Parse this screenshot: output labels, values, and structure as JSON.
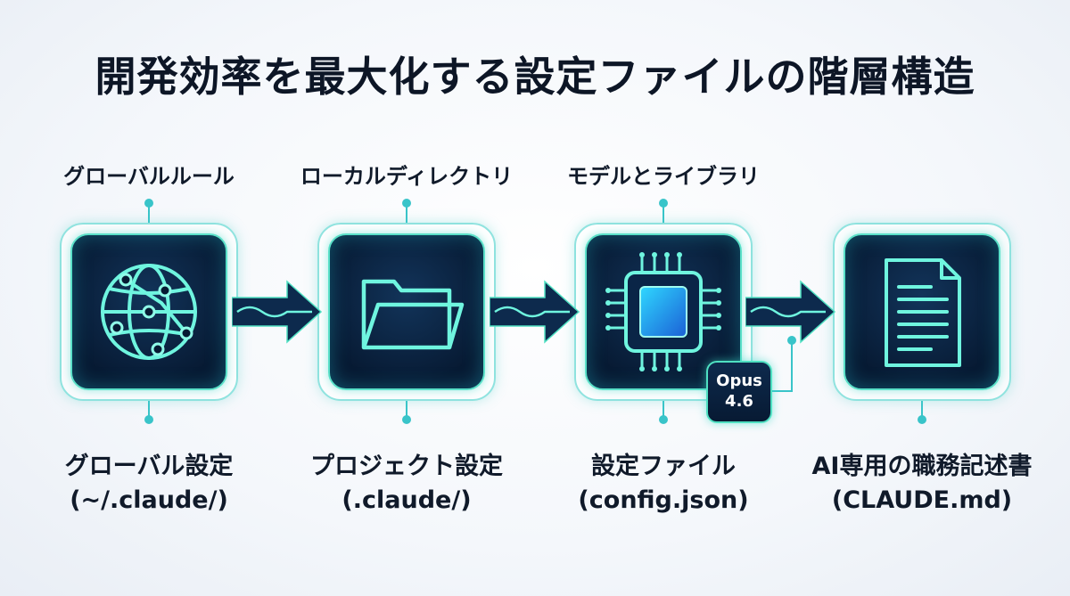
{
  "title": "開発効率を最大化する設定ファイルの階層構造",
  "nodes": [
    {
      "top_label": "グローバルルール",
      "bottom_line1": "グローバル設定",
      "bottom_line2": "(~/.claude/)",
      "icon": "globe-icon"
    },
    {
      "top_label": "ローカルディレクトリ",
      "bottom_line1": "プロジェクト設定",
      "bottom_line2": "(.claude/)",
      "icon": "folder-icon"
    },
    {
      "top_label": "モデルとライブラリ",
      "bottom_line1": "設定ファイル",
      "bottom_line2": "(config.json)",
      "icon": "chip-icon"
    },
    {
      "top_label": "",
      "bottom_line1": "AI専用の職務記述書",
      "bottom_line2": "(CLAUDE.md)",
      "icon": "document-icon"
    }
  ],
  "badge": {
    "line1": "Opus",
    "line2": "4.6"
  },
  "colors": {
    "accent": "#39c4c9",
    "glow": "#4fe0c2",
    "box_bg": "#071a33",
    "arrow": "#0d2a4d"
  }
}
